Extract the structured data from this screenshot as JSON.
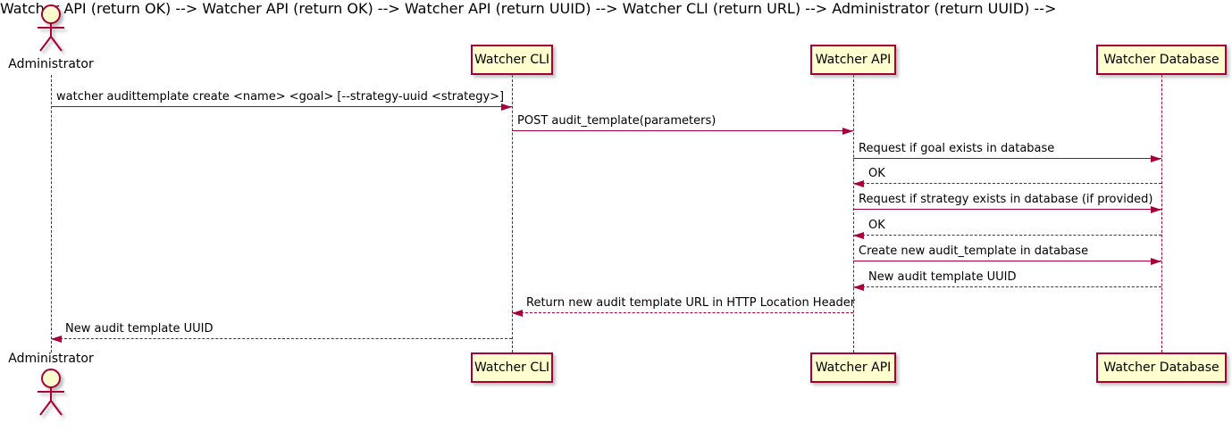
{
  "diagram": {
    "type": "sequence",
    "colors": {
      "line": "#A80036",
      "participant_fill": "#FEFECE",
      "text": "#000000",
      "background": "#FFFFFF"
    },
    "actor": {
      "name": "Administrator"
    },
    "participants": [
      {
        "label": "Watcher CLI"
      },
      {
        "label": "Watcher API"
      },
      {
        "label": "Watcher Database"
      }
    ],
    "messages": [
      {
        "from": "Administrator",
        "to": "Watcher CLI",
        "text": "watcher audittemplate create <name> <goal> [--strategy-uuid <strategy>]",
        "line": "solid"
      },
      {
        "from": "Watcher CLI",
        "to": "Watcher API",
        "text": "POST audit_template(parameters)",
        "line": "solid"
      },
      {
        "from": "Watcher API",
        "to": "Watcher Database",
        "text": "Request if goal exists in database",
        "line": "solid"
      },
      {
        "from": "Watcher Database",
        "to": "Watcher API",
        "text": "OK",
        "line": "dashed"
      },
      {
        "from": "Watcher API",
        "to": "Watcher Database",
        "text": "Request if strategy exists in database (if provided)",
        "line": "solid"
      },
      {
        "from": "Watcher Database",
        "to": "Watcher API",
        "text": "OK",
        "line": "dashed"
      },
      {
        "from": "Watcher API",
        "to": "Watcher Database",
        "text": "Create new audit_template in database",
        "line": "solid"
      },
      {
        "from": "Watcher Database",
        "to": "Watcher API",
        "text": "New audit template UUID",
        "line": "dashed"
      },
      {
        "from": "Watcher API",
        "to": "Watcher CLI",
        "text": "Return new audit template URL in HTTP Location Header",
        "line": "dashed"
      },
      {
        "from": "Watcher CLI",
        "to": "Administrator",
        "text": "New audit template UUID",
        "line": "dashed"
      }
    ]
  }
}
